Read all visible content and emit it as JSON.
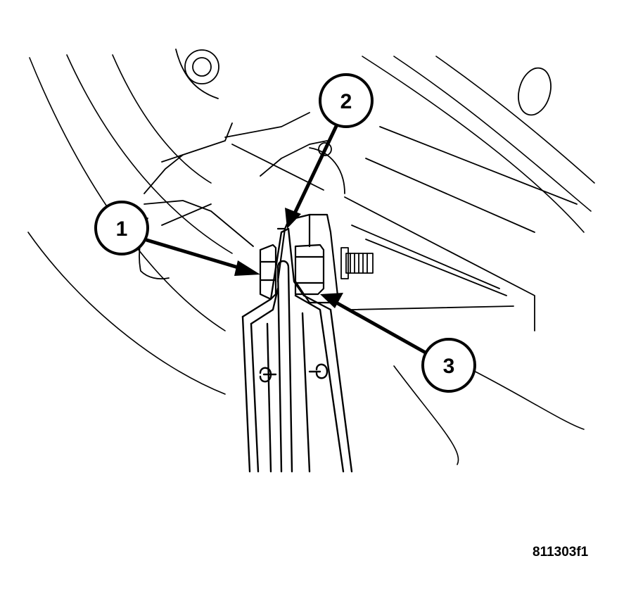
{
  "figure": {
    "figure_id": "811303f1",
    "callouts": [
      {
        "label": "1"
      },
      {
        "label": "2"
      },
      {
        "label": "3"
      }
    ],
    "colors": {
      "line": "#000000",
      "background": "#ffffff"
    }
  }
}
